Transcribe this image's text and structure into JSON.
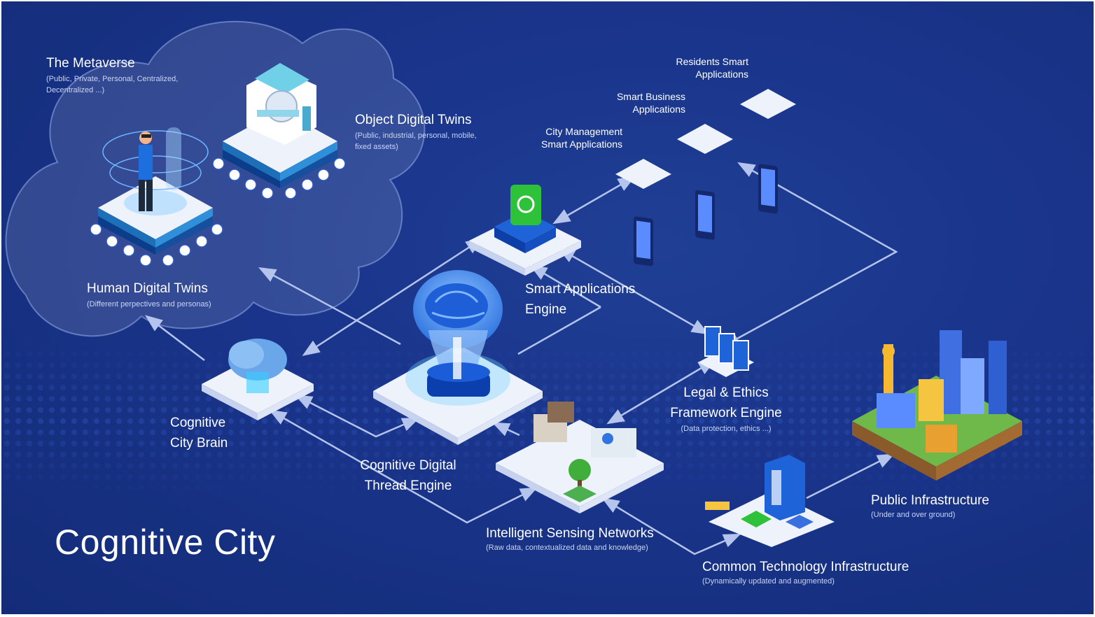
{
  "title": "Cognitive City",
  "nodes": {
    "metaverse": {
      "title": "The Metaverse",
      "subtitle": "(Public, Private, Personal, Centralized, Decentralized ...)"
    },
    "object_twins": {
      "title": "Object Digital Twins",
      "subtitle": "(Public, industrial, personal, mobile, fixed assets)"
    },
    "human_twins": {
      "title": "Human Digital Twins",
      "subtitle": "(Different perpectives and personas)"
    },
    "city_brain": {
      "line1": "Cognitive",
      "line2": "City Brain"
    },
    "thread_engine": {
      "line1": "Cognitive Digital",
      "line2": "Thread Engine"
    },
    "smart_apps_engine": {
      "line1": "Smart Applications",
      "line2": "Engine"
    },
    "legal": {
      "line1": "Legal & Ethics",
      "line2": "Framework Engine",
      "subtitle": "(Data protection, ethics ...)"
    },
    "sensing": {
      "title": "Intelligent Sensing Networks",
      "subtitle": "(Raw data, contextualized data and knowledge)"
    },
    "common_tech": {
      "title": "Common Technology Infrastructure",
      "subtitle": "(Dynamically updated and augmented)"
    },
    "public_infra": {
      "title": "Public Infrastructure",
      "subtitle": "(Under and over ground)"
    },
    "residents_apps": {
      "line1": "Residents Smart",
      "line2": "Applications"
    },
    "business_apps": {
      "line1": "Smart Business",
      "line2": "Applications"
    },
    "city_mgmt_apps": {
      "line1": "City Management",
      "line2": "Smart Applications"
    }
  },
  "colors": {
    "background": "#19348a",
    "accent": "#2ec23a",
    "platform": "#eef2fb"
  }
}
